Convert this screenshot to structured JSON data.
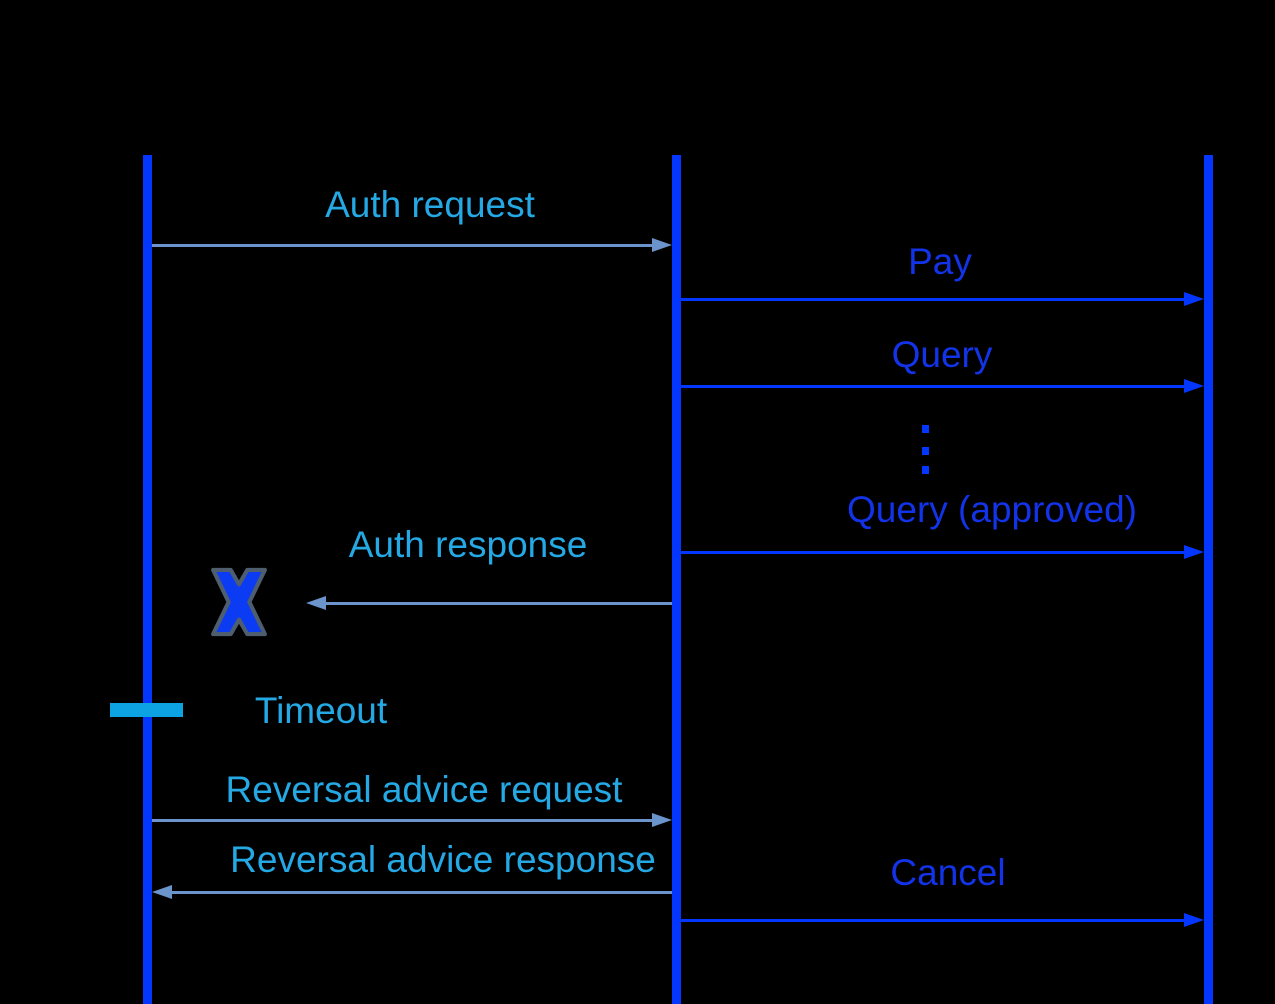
{
  "diagram": {
    "type": "sequence-diagram",
    "colors": {
      "background": "#000000",
      "lifeline": "#0336FF",
      "blue_label": "#1233E8",
      "cyan_label": "#24A9E5",
      "steel_arrow": "#6A94CB",
      "timeout_bar": "#0DA3E2",
      "lost_message_x_fill": "#0B3BF2",
      "lost_message_x_outline": "#4F5E6E"
    },
    "lifelines": [
      {
        "id": "left"
      },
      {
        "id": "middle"
      },
      {
        "id": "right"
      }
    ],
    "messages": [
      {
        "label": "Auth request",
        "from": "left",
        "to": "middle",
        "style": "steel"
      },
      {
        "label": "Pay",
        "from": "middle",
        "to": "right",
        "style": "blue"
      },
      {
        "label": "Query",
        "from": "middle",
        "to": "right",
        "style": "blue"
      },
      {
        "label": "Query (approved)",
        "from": "middle",
        "to": "right",
        "style": "blue"
      },
      {
        "label": "Auth response",
        "from": "middle",
        "to": "left",
        "style": "steel",
        "lost": true
      },
      {
        "label": "Reversal advice request",
        "from": "left",
        "to": "middle",
        "style": "steel"
      },
      {
        "label": "Reversal advice response",
        "from": "middle",
        "to": "left",
        "style": "steel"
      },
      {
        "label": "Cancel",
        "from": "middle",
        "to": "right",
        "style": "blue"
      }
    ],
    "timeout": {
      "label": "Timeout"
    },
    "ellipsis": {
      "symbol": "vertical-ellipsis",
      "dots": 3
    }
  }
}
